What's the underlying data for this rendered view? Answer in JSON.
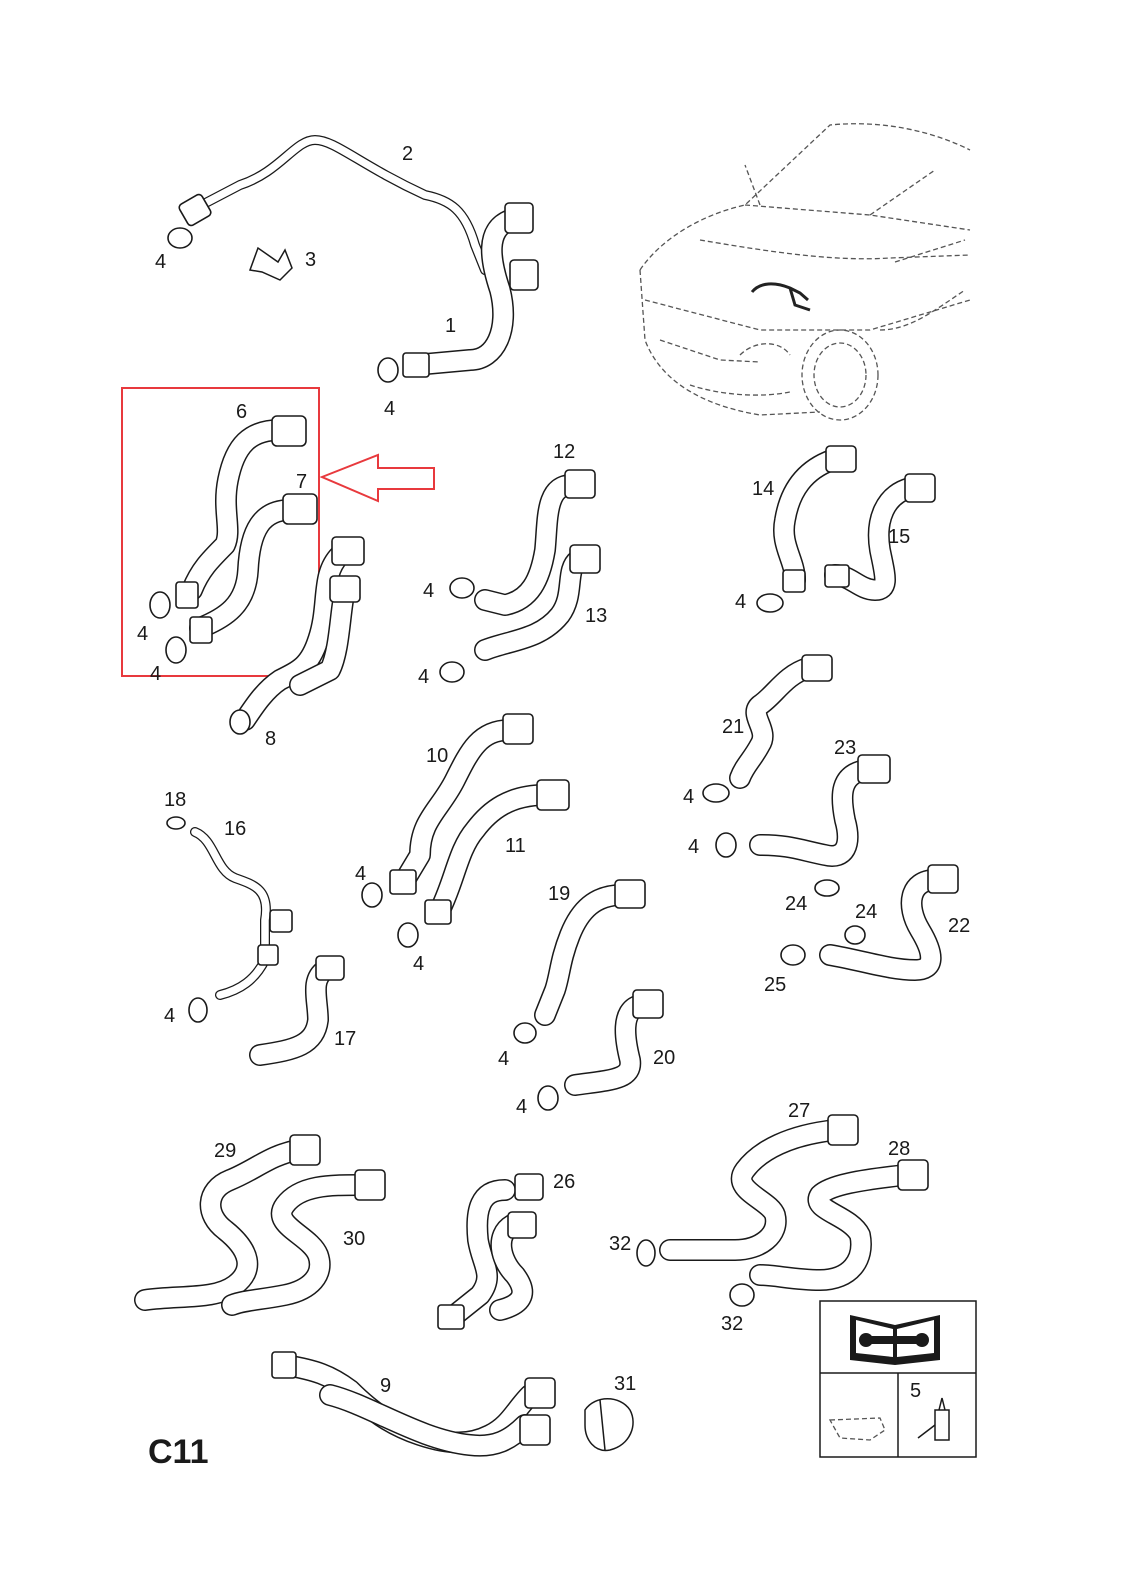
{
  "page_code": "C11",
  "callouts": [
    {
      "id": "c1",
      "text": "1"
    },
    {
      "id": "c2",
      "text": "2"
    },
    {
      "id": "c3",
      "text": "3"
    },
    {
      "id": "c4a",
      "text": "4"
    },
    {
      "id": "c4b",
      "text": "4"
    },
    {
      "id": "c5",
      "text": "5"
    },
    {
      "id": "c6",
      "text": "6"
    },
    {
      "id": "c7",
      "text": "7"
    },
    {
      "id": "c4c",
      "text": "4"
    },
    {
      "id": "c4d",
      "text": "4"
    },
    {
      "id": "c8",
      "text": "8"
    },
    {
      "id": "c9",
      "text": "9"
    },
    {
      "id": "c10",
      "text": "10"
    },
    {
      "id": "c11",
      "text": "11"
    },
    {
      "id": "c4e",
      "text": "4"
    },
    {
      "id": "c4f",
      "text": "4"
    },
    {
      "id": "c12",
      "text": "12"
    },
    {
      "id": "c13",
      "text": "13"
    },
    {
      "id": "c4g",
      "text": "4"
    },
    {
      "id": "c4h",
      "text": "4"
    },
    {
      "id": "c14",
      "text": "14"
    },
    {
      "id": "c15",
      "text": "15"
    },
    {
      "id": "c4i",
      "text": "4"
    },
    {
      "id": "c16",
      "text": "16"
    },
    {
      "id": "c17",
      "text": "17"
    },
    {
      "id": "c18",
      "text": "18"
    },
    {
      "id": "c4j",
      "text": "4"
    },
    {
      "id": "c19",
      "text": "19"
    },
    {
      "id": "c20",
      "text": "20"
    },
    {
      "id": "c4k",
      "text": "4"
    },
    {
      "id": "c4l",
      "text": "4"
    },
    {
      "id": "c21",
      "text": "21"
    },
    {
      "id": "c22",
      "text": "22"
    },
    {
      "id": "c23",
      "text": "23"
    },
    {
      "id": "c4m",
      "text": "4"
    },
    {
      "id": "c4n",
      "text": "4"
    },
    {
      "id": "c24a",
      "text": "24"
    },
    {
      "id": "c24b",
      "text": "24"
    },
    {
      "id": "c25",
      "text": "25"
    },
    {
      "id": "c26",
      "text": "26"
    },
    {
      "id": "c27",
      "text": "27"
    },
    {
      "id": "c28",
      "text": "28"
    },
    {
      "id": "c29",
      "text": "29"
    },
    {
      "id": "c30",
      "text": "30"
    },
    {
      "id": "c31",
      "text": "31"
    },
    {
      "id": "c32a",
      "text": "32"
    },
    {
      "id": "c32b",
      "text": "32"
    }
  ],
  "highlight": {
    "color": "#e8393d"
  },
  "legend": {
    "item_number": "5",
    "book_icon": "repair-manual-icon"
  }
}
